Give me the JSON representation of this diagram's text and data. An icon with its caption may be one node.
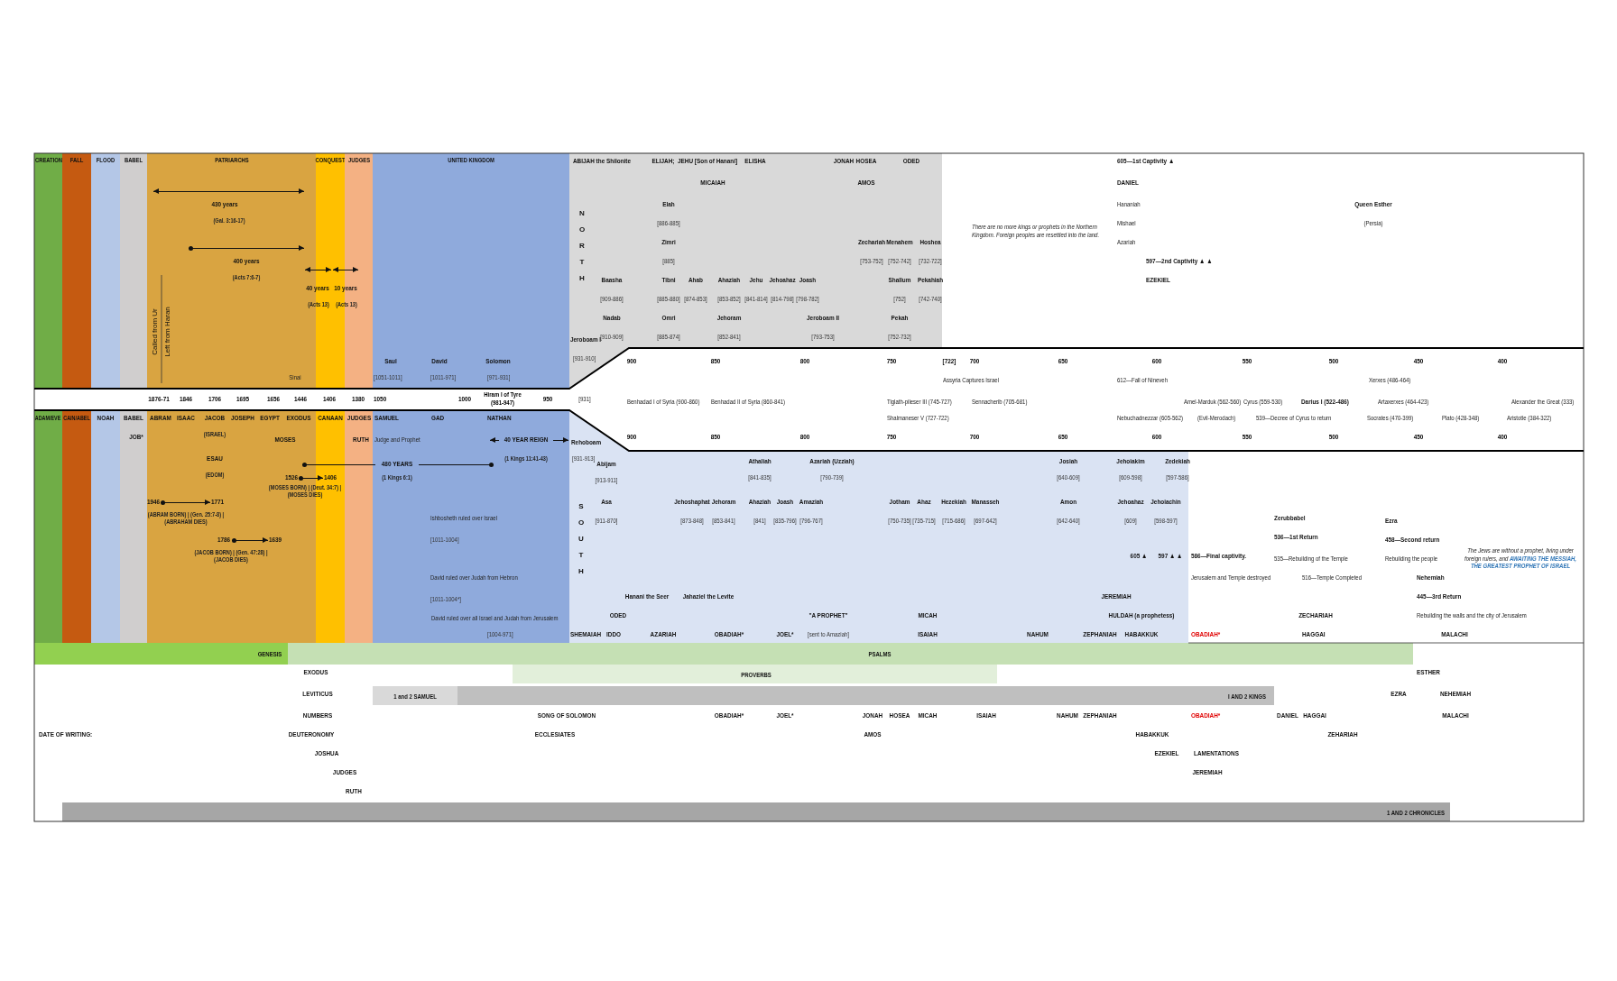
{
  "diagram": {
    "nodes": [
      {
        "text": [
          "CREATION"
        ]
      },
      {
        "text": [
          "FALL"
        ]
      },
      {
        "text": [
          "FLOOD"
        ]
      },
      {
        "text": [
          "BABEL"
        ]
      },
      {
        "text": [
          "PATRIARCHS"
        ]
      },
      {
        "text": [
          "CONQUEST"
        ]
      },
      {
        "text": [
          "JUDGES"
        ]
      },
      {
        "text": [
          "UNITED KINGDOM"
        ]
      },
      {
        "text": [
          "NORTH"
        ]
      },
      {
        "text": [
          "SOUTH"
        ]
      },
      {
        "text": [
          "GENESIS"
        ]
      },
      {
        "text": [
          "PSALMS"
        ]
      },
      {
        "text": [
          "PROVERBS"
        ]
      },
      {
        "text": [
          "1 and 2 SAMUEL"
        ]
      },
      {
        "text": [
          "I AND 2 KINGS"
        ]
      },
      {
        "text": [
          "1 AND 2 CHRONICLES"
        ]
      }
    ],
    "labels": [
      "ABIJAH the Shilonite",
      "ELIJAH;",
      "JEHU [Son of Hanani]",
      "ELISHA",
      "JONAH",
      "HOSEA",
      "ODED",
      "605—1st Captivity ▲",
      "MICAIAH",
      "AMOS",
      "DANIEL",
      "430 years",
      "Elah",
      "Hananiah",
      "Queen Esther",
      "(Gal. 3:16-17)",
      "[886-885]",
      "There are no more kings or prophets in the Northern Kingdom. Foreign peoples are resettled into the land.",
      "Mishael",
      "(Persia)",
      "Zimri",
      "Zechariah",
      "Menahem",
      "Hoshea",
      "Azariah",
      "400 years",
      "[885]",
      "[753-752]",
      "[752-742]",
      "[732-722]",
      "597—2nd Captivity ▲ ▲",
      "(Acts 7:6-7)",
      "40 years",
      "10 years",
      "Baasha",
      "Tibni",
      "Ahab",
      "Ahaziah",
      "Jehu",
      "Jehoahaz",
      "Joash",
      "Shallum",
      "Pekahiah",
      "EZEKIEL",
      "(Acts 13)",
      "(Acts 13)",
      "[909-886]",
      "[885-880]",
      "[874-853]",
      "[853-852]",
      "[841-814]",
      "[814-798]",
      "[798-782]",
      "[752]",
      "[742-740]",
      "Called from Ur",
      "Left from Haran",
      "Nadab",
      "Omri",
      "Jehoram",
      "Jeroboam II",
      "Pekah",
      "Jeroboam I",
      "[910-909]",
      "[885-874]",
      "[852-841]",
      "[793-753]",
      "[752-732]",
      "Saul",
      "David",
      "Solomon",
      "[931-910]",
      "900",
      "850",
      "800",
      "750",
      "[722]",
      "700",
      "650",
      "600",
      "550",
      "500",
      "450",
      "400",
      "Sinai",
      "[1051-1011]",
      "[1011-971]",
      "[971-931]",
      "Assyria Captures Israel",
      "612—Fall of Nineveh",
      "Xerxes (486-464)",
      "1876-71",
      "1846",
      "1706",
      "1695",
      "1656",
      "1446",
      "1406",
      "1380",
      "1050",
      "1000",
      "Hiram I of Tyre (981-947)",
      "950",
      "[931]",
      "Benhadad I of Syria (900-860)",
      "Benhadad II of Syria (860-841)",
      "Tiglath-pileser III (745-727)",
      "Sennacherib (705-681)",
      "Amel-Marduk (562-560)",
      "Cyrus (559-530)",
      "Darius I (522-486)",
      "Artaxerxes (464-423)",
      "Alexander the Great (333)",
      "ADAM/EVE",
      "CAIN/ABEL",
      "NOAH",
      "BABEL",
      "ABRAM",
      "ISAAC",
      "JACOB",
      "JOSEPH",
      "EGYPT",
      "EXODUS",
      "CANAAN",
      "JUDGES",
      "SAMUEL",
      "GAD",
      "NATHAN",
      "Shalmaneser V (727-722)",
      "Nebuchadnezzar (605-562)",
      "(Evil-Merodach)",
      "539—Decree of Cyrus to return",
      "Socrates (470-399)",
      "Plato (428-348)",
      "Aristotle (384-322)",
      "JOB*",
      "(ISRAEL)",
      "MOSES",
      "RUTH",
      "Judge and Prophet",
      "40 YEAR REIGN",
      "Rehoboam",
      "900",
      "850",
      "800",
      "750",
      "700",
      "650",
      "600",
      "550",
      "500",
      "450",
      "400",
      "ESAU",
      "480 YEARS",
      "(1 Kings 11:41-43)",
      "[931-913]",
      "Abijam",
      "Athaliah",
      "Azariah (Uzziah)",
      "Josiah",
      "Jehoiakim",
      "Zedekiah",
      "(EDOM)",
      "1526",
      "1406",
      "(1 Kings 6:1)",
      "[913-911]",
      "[841-835]",
      "[790-739]",
      "[640-609]",
      "[609-598]",
      "[597-586]",
      "(MOSES BORN) | (Deut. 34:7) | (MOSES DIES)",
      "1946",
      "1771",
      "Asa",
      "Jehoshaphat",
      "Jehoram",
      "Ahaziah",
      "Joash",
      "Amaziah",
      "Jotham",
      "Ahaz",
      "Hezekiah",
      "Manasseh",
      "Amon",
      "Jehoahaz",
      "Jehoiachin",
      "(ABRAM BORN) | (Gen. 25:7-8) | (ABRAHAM DIES)",
      "Ishbosheth ruled over Israel",
      "[911-870]",
      "[873-848]",
      "[853-841]",
      "[841]",
      "[835-796]",
      "[796-767]",
      "[750-735]",
      "[735-715]",
      "[715-686]",
      "[697-642]",
      "[642-640]",
      "[609]",
      "[598-597]",
      "Zerubbabel",
      "Ezra",
      "1786",
      "1639",
      "[1011-1004]",
      "536—1st Return",
      "458—Second return",
      "(JACOB BORN) | (Gen. 47:28) | (JACOB DIES)",
      "605 ▲",
      "597 ▲ ▲",
      "586—Final captivity.",
      "535—Rebuilding of the Temple",
      "Rebuilding the people",
      "The Jews are without a prophet, living under foreign rulers, and **AWAITING THE MESSIAH, THE GREATEST PROPHET OF ISRAEL**",
      "David ruled over Judah from Hebron",
      "Jerusalem and Temple destroyed",
      "516—Temple Completed",
      "Nehemiah",
      "[1011-1004*]",
      "Hanani the Seer",
      "Jahaziel the Levite",
      "JEREMIAH",
      "445—3rd Return",
      "David ruled over all Israel and Judah from Jerusalem",
      "ODED",
      "\"A PROPHET\"",
      "MICAH",
      "HULDAH (a prophetess)",
      "ZECHARIAH",
      "Rebuilding the walls and the city of Jerusalem",
      "[1004-971]",
      "SHEMAIAH",
      "IDDO",
      "AZARIAH",
      "OBADIAH*",
      "JOEL*",
      "[sent to Amaziah]",
      "ISAIAH",
      "NAHUM",
      "ZEPHANIAH",
      "HABAKKUK",
      "OBADIAH*",
      "HAGGAI",
      "MALACHI",
      "EXODUS",
      "ESTHER",
      "LEVITICUS",
      "EZRA",
      "NEHEMIAH",
      "NUMBERS",
      "SONG OF SOLOMON",
      "OBADIAH*",
      "JOEL*",
      "JONAH",
      "HOSEA",
      "MICAH",
      "ISAIAH",
      "NAHUM",
      "ZEPHANIAH",
      "OBADIAH*",
      "DANIEL",
      "HAGGAI",
      "MALACHI",
      "DATE OF WRITING:",
      "DEUTERONOMY",
      "ECCLESIATES",
      "AMOS",
      "HABAKKUK",
      "ZEHARIAH",
      "JOSHUA",
      "EZEKIEL",
      "LAMENTATIONS",
      "JUDGES",
      "JEREMIAH",
      "RUTH"
    ]
  }
}
